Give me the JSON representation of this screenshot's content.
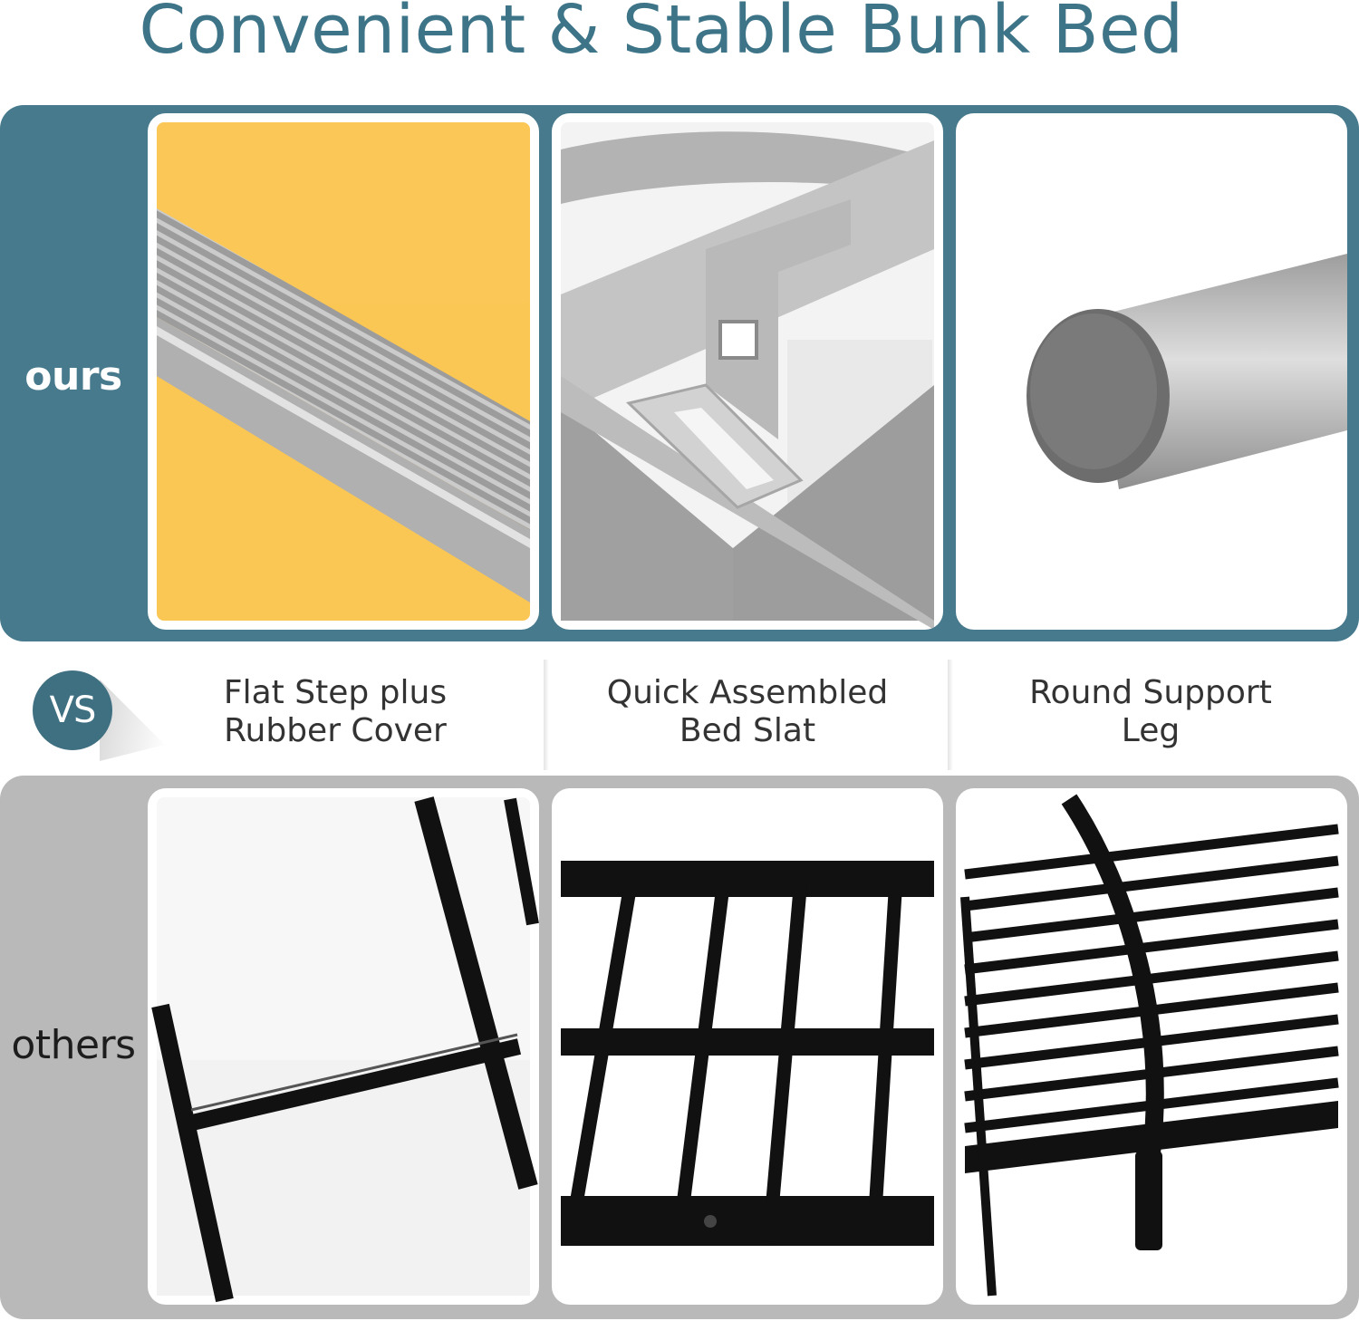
{
  "title": "Convenient & Stable Bunk Bed",
  "rows": {
    "ours_label": "ours",
    "others_label": "others",
    "vs_label": "VS"
  },
  "features": [
    {
      "line1": "Flat Step plus",
      "line2": "Rubber Cover"
    },
    {
      "line1": "Quick Assembled",
      "line2": "Bed Slat"
    },
    {
      "line1": "Round Support",
      "line2": "Leg"
    }
  ],
  "colors": {
    "title": "#3d7487",
    "ours_band": "#477a8c",
    "others_band": "#b9b9b9",
    "ours_step_background": "#fac654",
    "metal_silver": "#a6a6a6",
    "others_metal": "#111111"
  }
}
